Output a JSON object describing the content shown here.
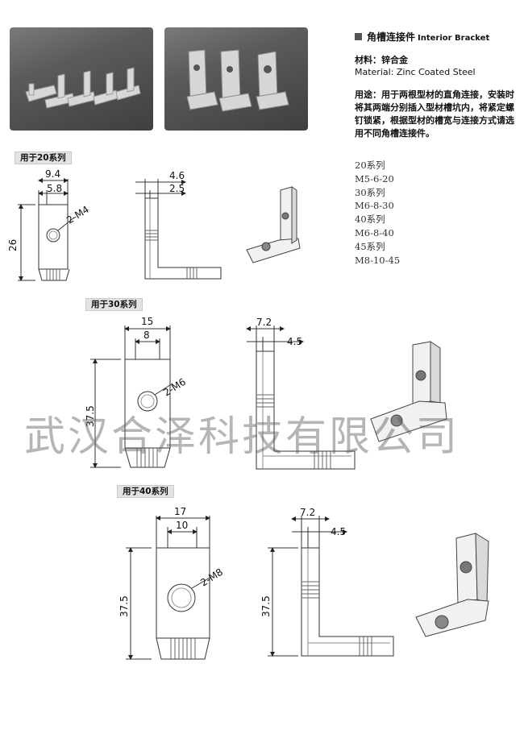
{
  "heading": {
    "cn": "角槽连接件",
    "en": "Interior Bracket"
  },
  "material": {
    "label": "材料：锌合金",
    "en": "Material: Zinc Coated Steel"
  },
  "usage": "用途：用于两根型材的直角连接，安装时将其两端分别插入型材槽坑内，将紧定螺钉锁紧，根据型材的槽宽与连接方式请选用不同角槽连接件。",
  "series": [
    "20系列",
    "M5-6-20",
    "30系列",
    "M6-8-30",
    "40系列",
    "M6-8-40",
    "45系列",
    "M8-10-45"
  ],
  "sections": [
    {
      "tag": "用于20系列",
      "dims": {
        "w1": "9.4",
        "w2": "5.8",
        "hole": "2-M4",
        "h": "26",
        "s1": "4.6",
        "s2": "2.5"
      }
    },
    {
      "tag": "用于30系列",
      "dims": {
        "w1": "15",
        "w2": "8",
        "hole": "2-M6",
        "h": "37.5",
        "s1": "7.2",
        "s2": "4.5"
      }
    },
    {
      "tag": "用于40系列",
      "dims": {
        "w1": "17",
        "w2": "10",
        "hole": "2-M8",
        "h": "37.5",
        "s1": "7.2",
        "s2": "4.5"
      }
    }
  ],
  "watermark": "武汉合泽科技有限公司"
}
